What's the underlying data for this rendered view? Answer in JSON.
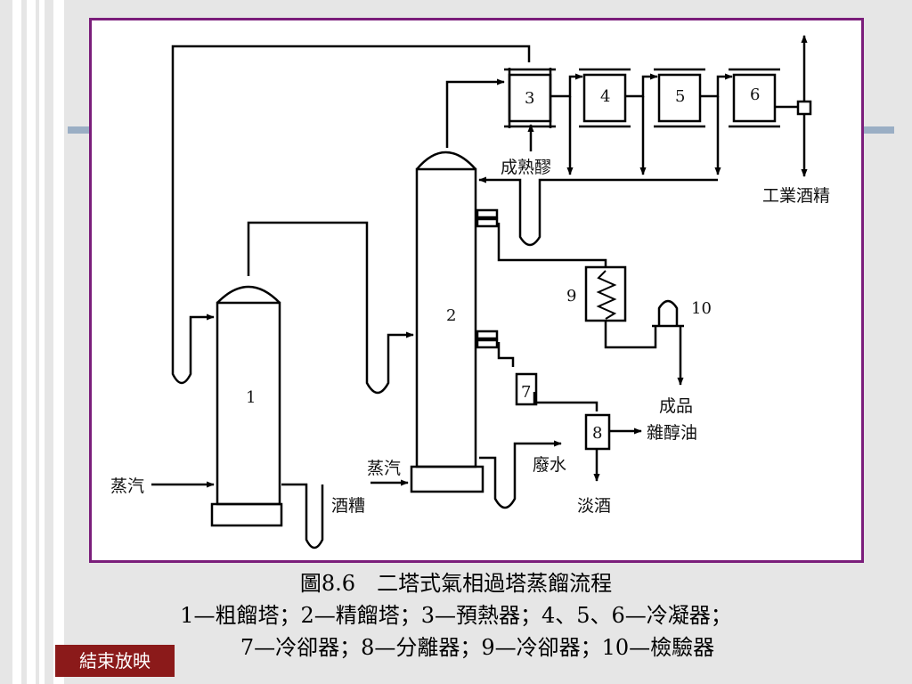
{
  "diagram": {
    "units": {
      "u1": "1",
      "u2": "2",
      "u3": "3",
      "u4": "4",
      "u5": "5",
      "u6": "6",
      "u7": "7",
      "u8": "8",
      "u9": "9",
      "u10": "10"
    },
    "labels": {
      "steam_left": "蒸汽",
      "steam_right": "蒸汽",
      "stillage": "酒糟",
      "wastewater": "廢水",
      "weak_alcohol": "淡酒",
      "aged_mash": "成熟醪",
      "industrial_alcohol": "工業酒精",
      "fusel_line1": "成品",
      "fusel_line2": "雜醇油"
    }
  },
  "caption": {
    "title": "圖8.6　二塔式氣相過塔蒸餾流程",
    "legend_line1": "1—粗餾塔；2—精餾塔；3—預熱器；4、5、6—冷凝器；",
    "legend_line2": "7—冷卻器；8—分離器；9—冷卻器；10—檢驗器"
  },
  "controls": {
    "end_show": "結束放映"
  }
}
